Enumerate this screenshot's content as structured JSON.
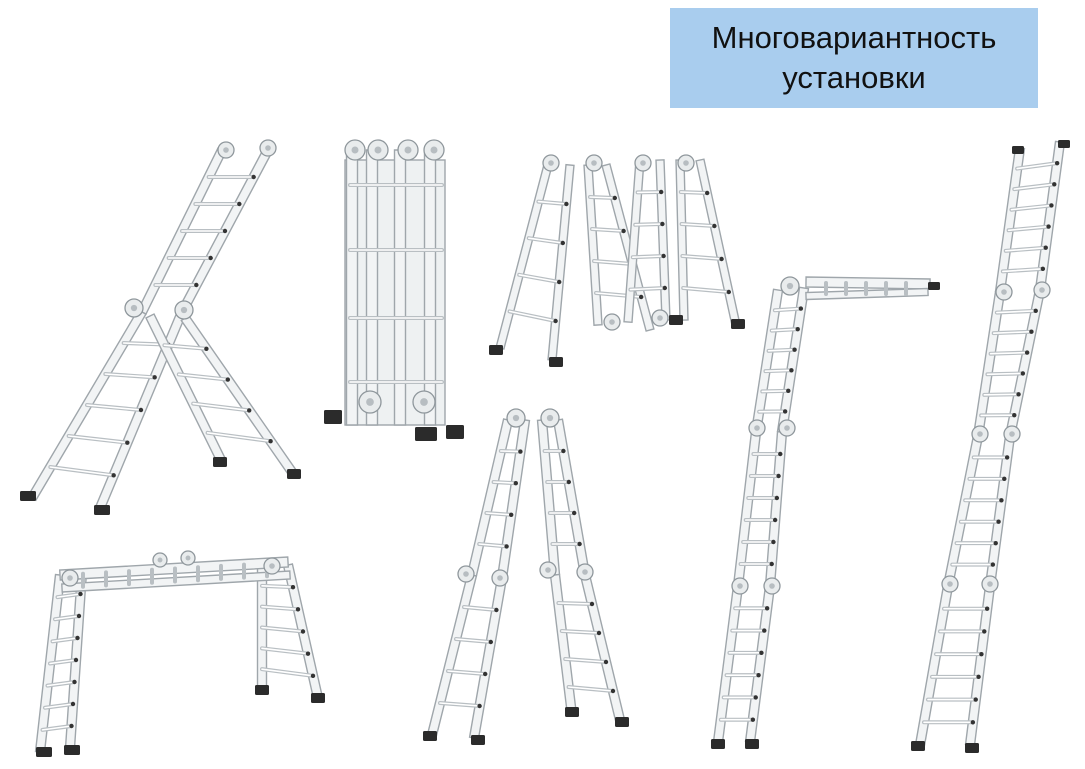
{
  "caption": {
    "line1": "Многовариантность",
    "line2": "установки",
    "background": "#a9cdee"
  },
  "image": {
    "subject": "aluminium multi-purpose folding ladder",
    "configurations": [
      "a-frame-wide",
      "folded-compact",
      "zigzag-double-a",
      "scaffold-bridge",
      "a-frame-tall",
      "l-shape-wall",
      "straight-extension"
    ]
  }
}
